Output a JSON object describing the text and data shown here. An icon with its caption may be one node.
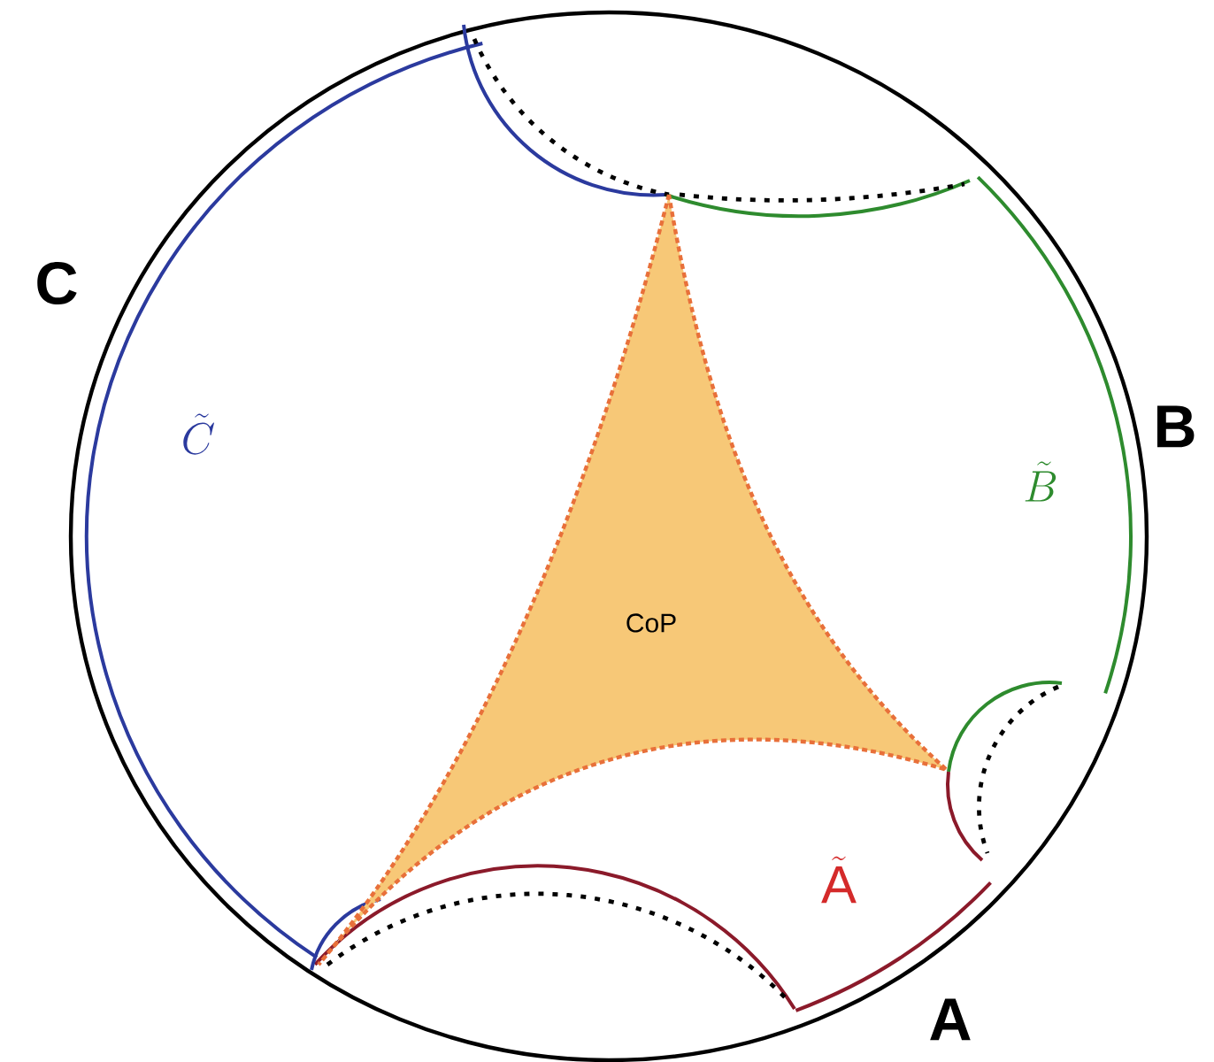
{
  "diagram": {
    "nodes": [
      {
        "text": [
          "CoP"
        ]
      }
    ],
    "labels": [
      "C",
      "\\tilde{C}",
      "\\tilde{B}",
      "B",
      "\\tilde{\\mathrm{A}}",
      "A"
    ]
  }
}
